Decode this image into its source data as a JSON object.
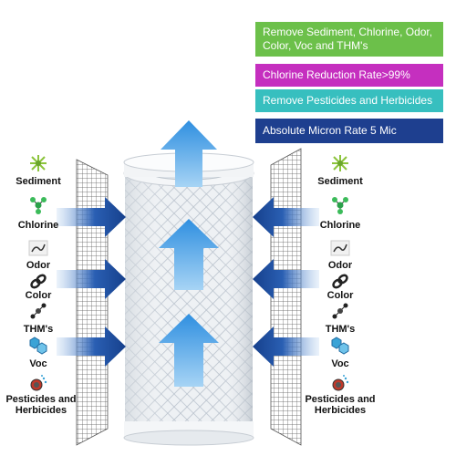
{
  "badges": [
    {
      "text": "Remove Sediment, Chlorine, Odor, Color, Voc and THM's",
      "color": "#6cc04a"
    },
    {
      "text": "Chlorine Reduction Rate>99%",
      "color": "#c52fbf"
    },
    {
      "text": "Remove Pesticides and Herbicides",
      "color": "#37bfbf"
    },
    {
      "text": "Absolute Micron Rate 5 Mic",
      "color": "#1e3f8f"
    }
  ],
  "contaminants": {
    "left": [
      "Sediment",
      "Chlorine",
      "Odor",
      "Color",
      "THM's",
      "Voc",
      "Pesticides and Herbicides"
    ],
    "right": [
      "Sediment",
      "Chlorine",
      "Odor",
      "Color",
      "THM's",
      "Voc",
      "Pesticides and Herbicides"
    ]
  },
  "icons": [
    "sediment-icon",
    "chlorine-molecule-icon",
    "odor-icon",
    "color-chain-icon",
    "thm-molecule-icon",
    "voc-hexagon-icon",
    "pesticide-spray-icon"
  ],
  "colors": {
    "arrow_dark": "#1f4fa3",
    "arrow_light": "#4aa3e6",
    "cartridge": "#eef1f4",
    "mesh": "#2a2a2a"
  }
}
